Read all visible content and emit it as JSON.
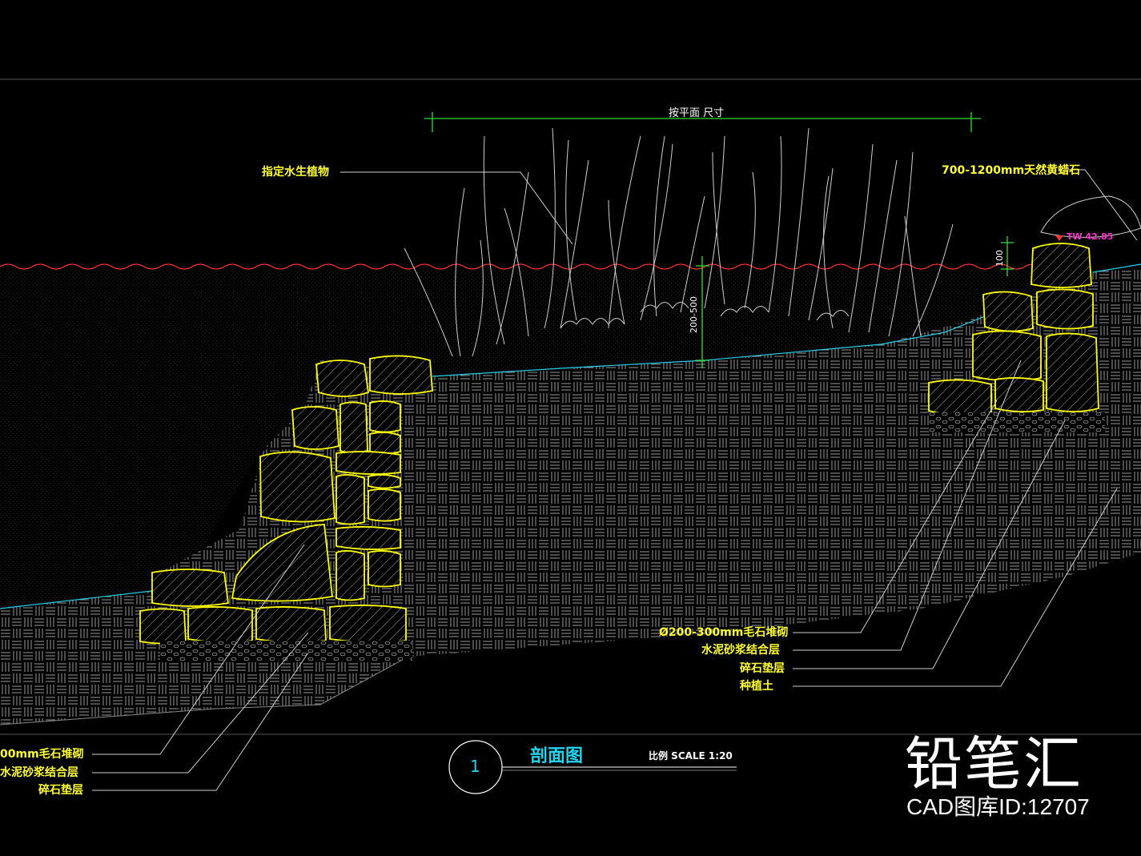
{
  "dimensions": {
    "plan_size": "按平面 尺寸",
    "depth": "200-500",
    "rock_height": "100"
  },
  "elevation_mark": "TW 42.85",
  "labels": {
    "aquatic_plants": "指定水生植物",
    "boulder": "700-1200mm天然黄蜡石",
    "right_rubble": "Ø200-300mm毛石堆砌",
    "right_mortar": "水泥砂浆结合层",
    "right_gravel": "碎石垫层",
    "right_soil": "种植土",
    "left_rubble": "00mm毛石堆砌",
    "left_mortar": "水泥砂浆结合层",
    "left_gravel": "碎石垫层"
  },
  "title_block": {
    "number": "1",
    "title": "剖面图",
    "scale": "比例 SCALE 1:20"
  },
  "watermark": {
    "brand": "铅笔汇",
    "id": "CAD图库ID:12707"
  },
  "colors": {
    "background": "#000000",
    "label": "#ffff33",
    "stone": "#ffff00",
    "water_line": "#ff3333",
    "dimension": "#33dd33",
    "title": "#22d3ee",
    "elevation": "#ff33cc"
  }
}
